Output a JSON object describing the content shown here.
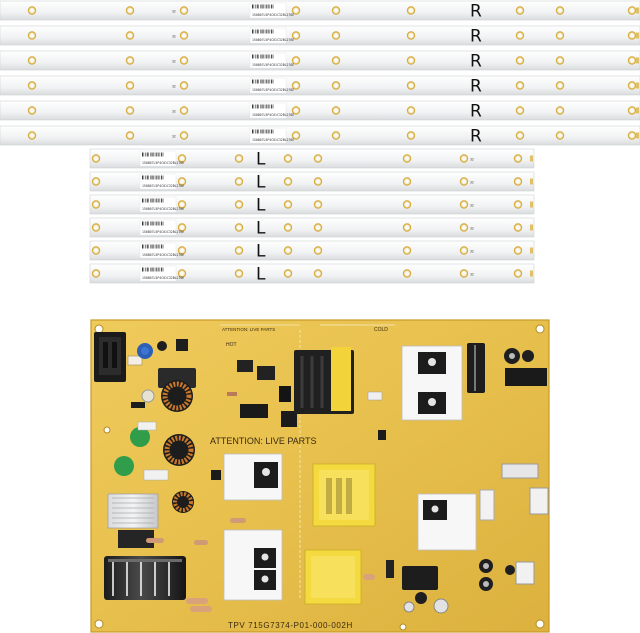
{
  "photo": {
    "subject": "TV LED backlight strips set with power supply board",
    "colors": {
      "strip_white": "#f4f5f6",
      "strip_edge": "#d6d8da",
      "led_ring": "#e3b84a",
      "pcb_yellow": "#e9c250",
      "pcb_dark": "#c99a2a"
    }
  },
  "strips_right": {
    "marking": "R",
    "count": 6,
    "id_text": "150807L5P4C01C32BL276E",
    "size_text": "32"
  },
  "strips_left": {
    "marking": "L",
    "count": 6,
    "id_text": "150807L5P4C01C32BL276E",
    "size_text": "32"
  },
  "board": {
    "warning": "ATTENTION: LIVE PARTS",
    "top_warning": "ATTENTION: LIVE PARTS",
    "part_number": "TPV 715G7374-P01-000-002H",
    "cold_label": "COLD",
    "hot_label": "HOT"
  }
}
